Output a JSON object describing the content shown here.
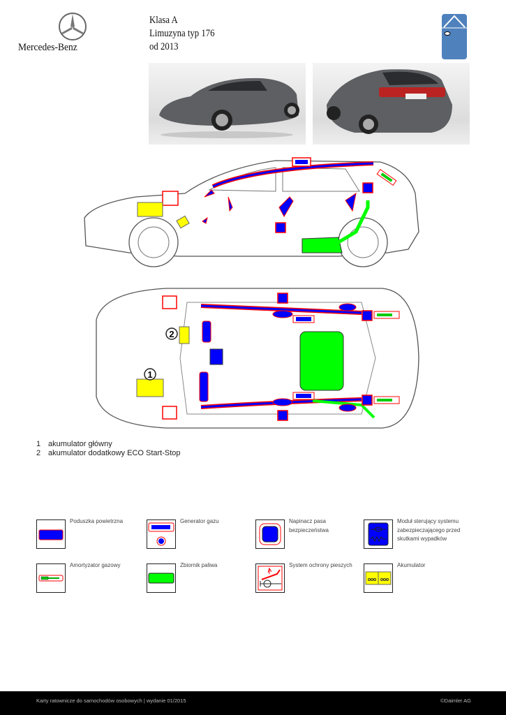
{
  "header": {
    "brand": "Mercedes-Benz",
    "title_lines": [
      "Klasa A",
      "Limuzyna typ 176",
      "od 2013"
    ]
  },
  "photos": [
    {
      "name": "front-three-quarter"
    },
    {
      "name": "rear-three-quarter"
    }
  ],
  "diagram_labels": {
    "marker_1": "1",
    "marker_2": "2"
  },
  "notes": [
    {
      "num": "1",
      "text": "akumulator główny"
    },
    {
      "num": "2",
      "text": "akumulator dodatkowy ECO Start-Stop"
    }
  ],
  "legend": [
    {
      "icon": "airbag-icon",
      "label": "Poduszka powietrzna"
    },
    {
      "icon": "gas-generator-icon",
      "label": "Generator gazu"
    },
    {
      "icon": "seatbelt-tensioner-icon",
      "label": "Napinacz pasa bezpieczeństwa"
    },
    {
      "icon": "control-module-icon",
      "label": "Moduł sterujący systemu zabezpieczającego przed skutkami wypadków"
    },
    {
      "icon": "gas-strut-icon",
      "label": "Amortyzator gazowy"
    },
    {
      "icon": "fuel-tank-icon",
      "label": "Zbiornik paliwa"
    },
    {
      "icon": "pedestrian-protection-icon",
      "label": "System ochrony pieszych"
    },
    {
      "icon": "battery-icon",
      "label": "Akumulator"
    }
  ],
  "colors": {
    "airbag": "#0000ff",
    "outline": "#ff0000",
    "fuel": "#00ff00",
    "battery": "#ffff00",
    "badge": "#4f81bd"
  },
  "footer": {
    "left": "Karty ratownicze do samochodów osobowych | wydanie 01/2015",
    "right": "©Daimler AG"
  }
}
